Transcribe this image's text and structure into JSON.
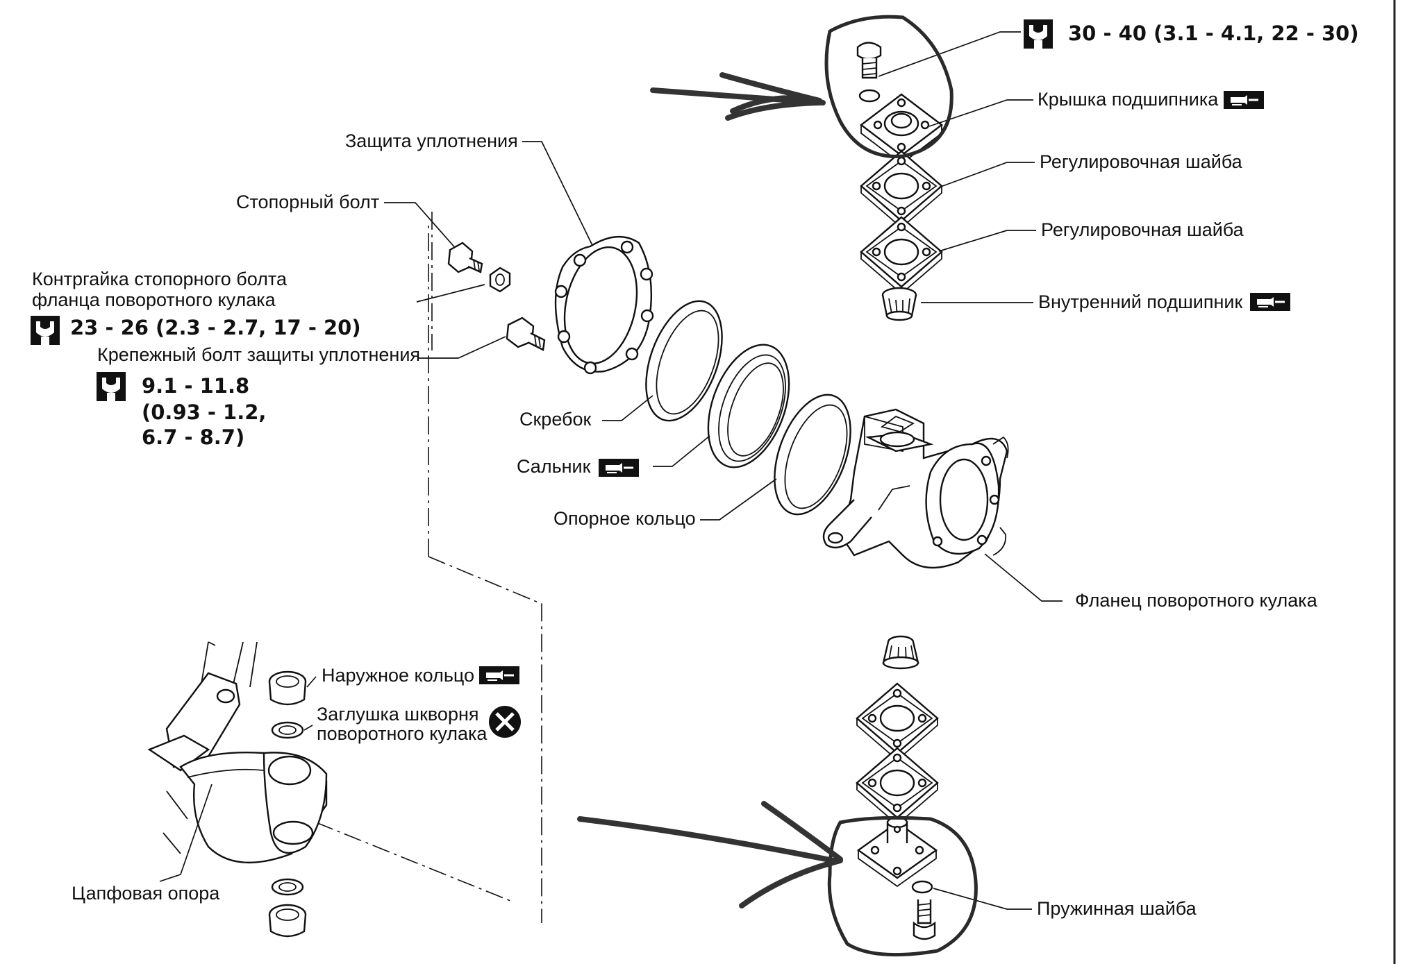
{
  "labels": {
    "seal_protector": "Защита уплотнения",
    "lock_bolt": "Стопорный болт",
    "locknut_line1": "Контргайка стопорного болта",
    "locknut_line2": "фланца поворотного кулака",
    "locknut_torque": "23 - 26 (2.3 - 2.7, 17 - 20)",
    "protector_bolt": "Крепежный болт защиты уплотнения",
    "protector_bolt_torque_1": "9.1 - 11.8",
    "protector_bolt_torque_2": "(0.93 - 1.2,",
    "protector_bolt_torque_3": "6.7 - 8.7)",
    "scraper": "Скребок",
    "oil_seal": "Сальник",
    "support_ring": "Опорное кольцо",
    "top_torque": "30 - 40 (3.1 - 4.1, 22 - 30)",
    "bearing_cap": "Крышка подшипника",
    "shim_1": "Регулировочная шайба",
    "shim_2": "Регулировочная шайба",
    "inner_bearing": "Внутренний подшипник",
    "knuckle_flange": "Фланец поворотного кулака",
    "outer_race": "Наружное кольцо",
    "plug_line1": "Заглушка шкворня",
    "plug_line2": "поворотного кулака",
    "trunnion": "Цапфовая опора",
    "spring_washer": "Пружинная шайба"
  },
  "icons": {
    "torque": "torque-wrench-icon",
    "grease": "grease-icon",
    "replace": "do-not-reuse-icon"
  },
  "colors": {
    "ink": "#111111",
    "hand_marker": "#333333",
    "paper": "#ffffff"
  }
}
